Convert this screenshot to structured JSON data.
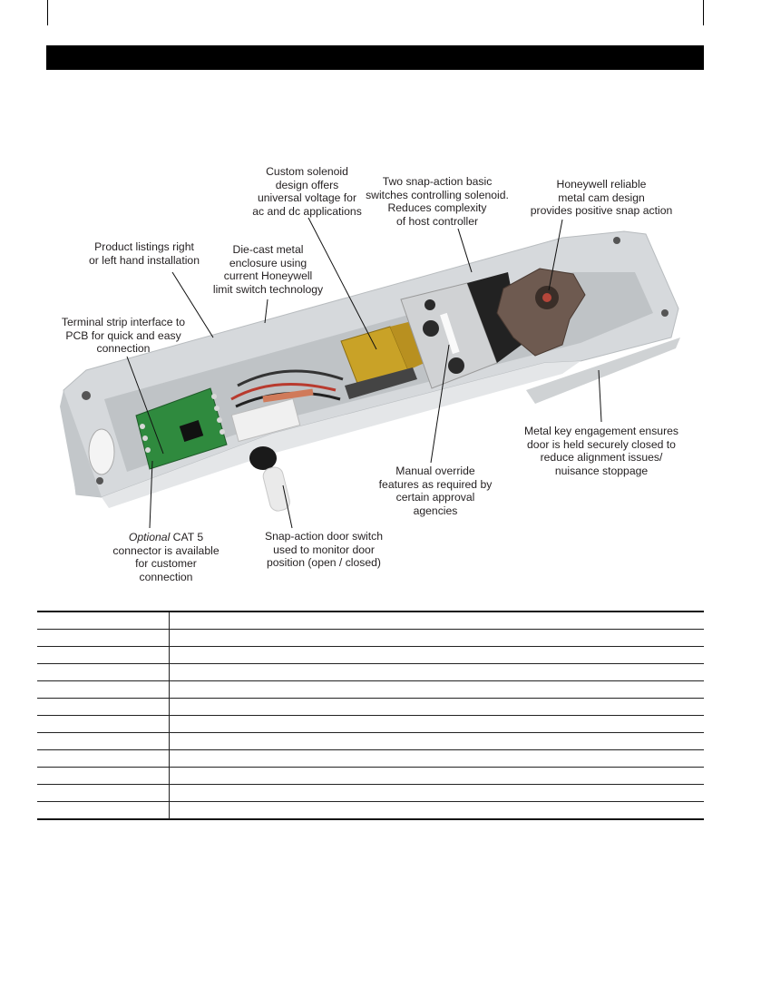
{
  "callouts": {
    "solenoid": [
      "Custom solenoid",
      "design offers",
      "universal voltage for",
      "ac and dc applications"
    ],
    "switches": [
      "Two snap-action basic",
      "switches controlling solenoid.",
      "Reduces complexity",
      "of host controller"
    ],
    "cam": [
      "Honeywell reliable",
      "metal cam design",
      "provides positive snap action"
    ],
    "listings": [
      "Product listings right",
      "or left hand installation"
    ],
    "enclosure": [
      "Die-cast metal",
      "enclosure using",
      "current Honeywell",
      "limit switch technology"
    ],
    "terminal": [
      "Terminal strip interface to",
      "PCB for quick and easy",
      "connection"
    ],
    "key": [
      "Metal key engagement ensures",
      "door is held securely closed to",
      "reduce alignment issues/",
      "nuisance stoppage"
    ],
    "override": [
      "Manual override",
      "features as required by",
      "certain approval",
      "agencies"
    ],
    "cat5": {
      "italic": "Optional",
      "rest": " CAT 5",
      "lines": [
        "connector is available",
        "for customer",
        "connection"
      ]
    },
    "door_switch": [
      "Snap-action door switch",
      "used to monitor door",
      "position (open / closed)"
    ]
  },
  "table": {
    "rows": 12
  },
  "colors": {
    "enclosure": "#d9dcde",
    "pcb": "#2f8a3e",
    "solenoid": "#c9a227",
    "cam": "#6e5a50"
  }
}
